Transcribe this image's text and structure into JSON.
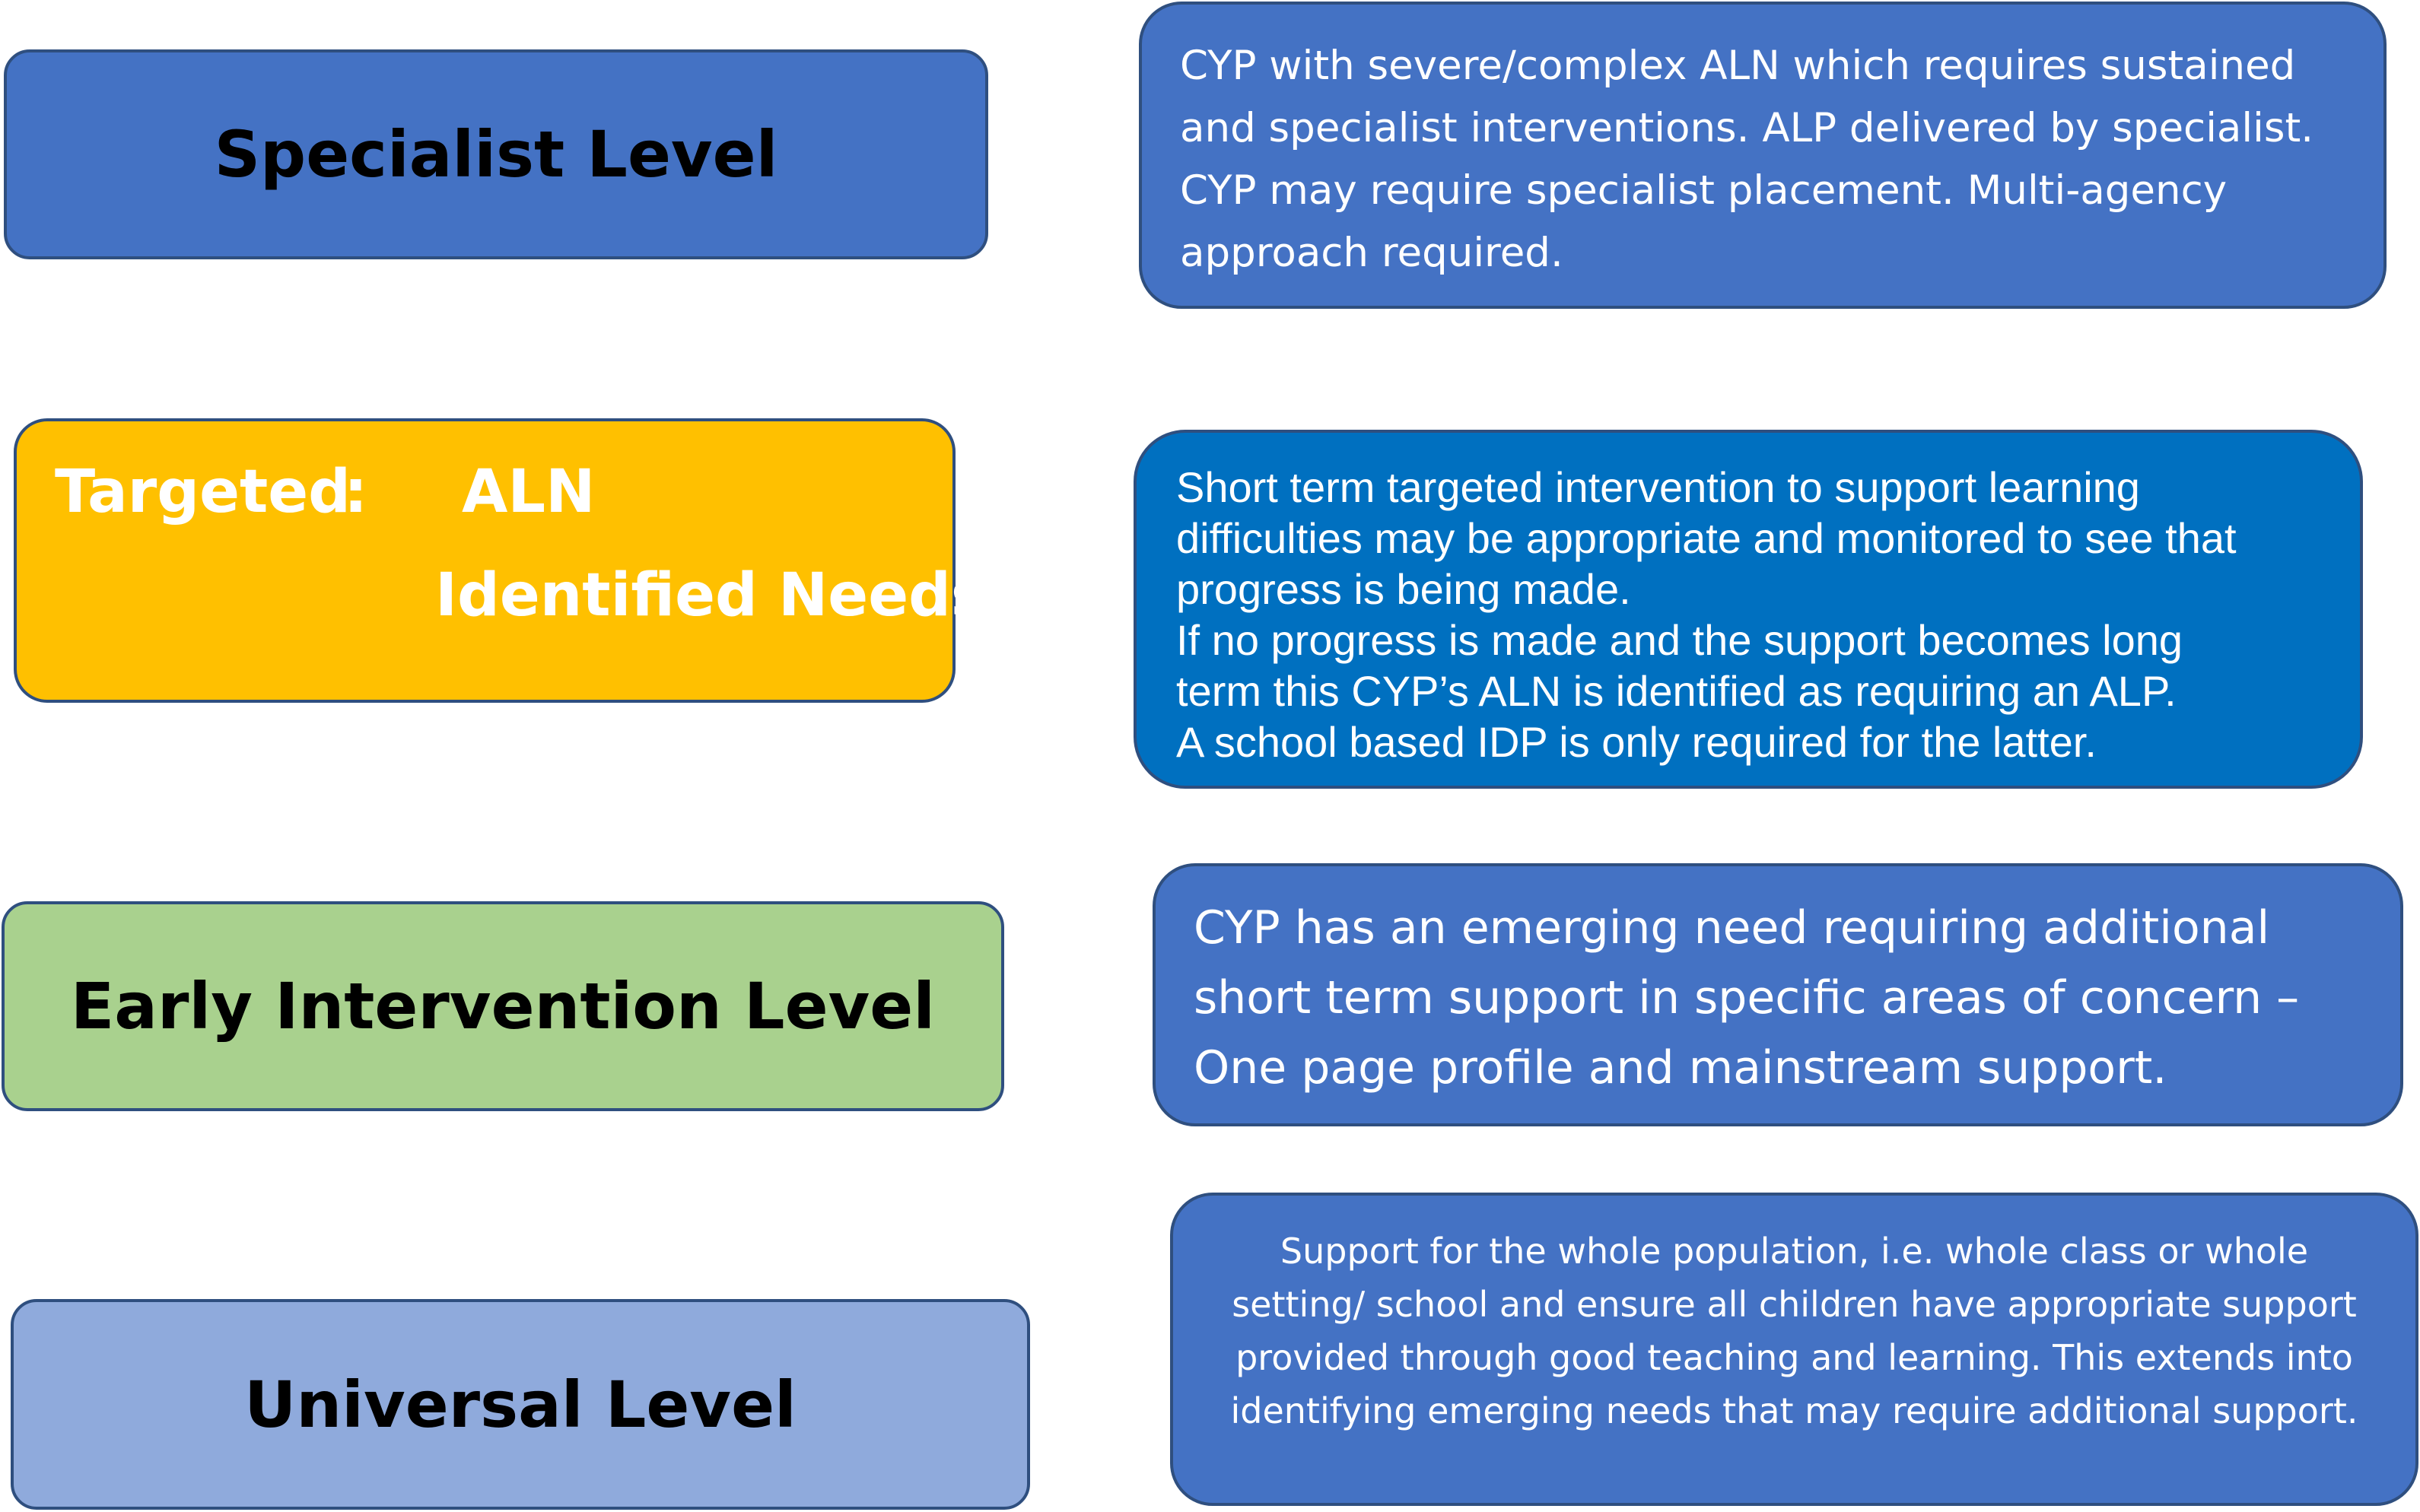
{
  "colors": {
    "specialist": "#4472C4",
    "targeted": "#FFC000",
    "early": "#A9D18E",
    "universal": "#8FAADC",
    "desc_blue": "#4472C4",
    "desc_targeted": "#0070C0",
    "border": "#2F4F7F"
  },
  "levels": {
    "specialist": {
      "title": "Specialist Level"
    },
    "targeted": {
      "word": "Targeted",
      "colon": ":",
      "aln": "ALN",
      "needs": "Identified Needs"
    },
    "early": {
      "title": "Early Intervention Level"
    },
    "universal": {
      "title": "Universal Level"
    }
  },
  "descriptions": {
    "specialist": [
      "CYP  with severe/complex ALN which requires sustained",
      "and specialist interventions.  ALP delivered by specialist.",
      "CYP may require specialist placement.  Multi-agency",
      "approach required."
    ],
    "targeted": [
      "Short term targeted intervention to support learning",
      "difficulties may be appropriate and monitored to see that",
      "progress is being made.",
      "If no progress is made and the support becomes long",
      "term this CYP’s ALN is identified as requiring an  ALP.",
      "A school based IDP is only required for the latter."
    ],
    "early": [
      "CYP has an emerging need requiring additional",
      "short term support in specific areas of concern –",
      "One page profile and mainstream support."
    ],
    "universal": [
      "Support for the whole population, i.e. whole class or whole",
      "setting/ school and ensure all children have appropriate support",
      "provided through good teaching and learning. This extends into",
      "identifying emerging needs that may require additional support."
    ]
  }
}
